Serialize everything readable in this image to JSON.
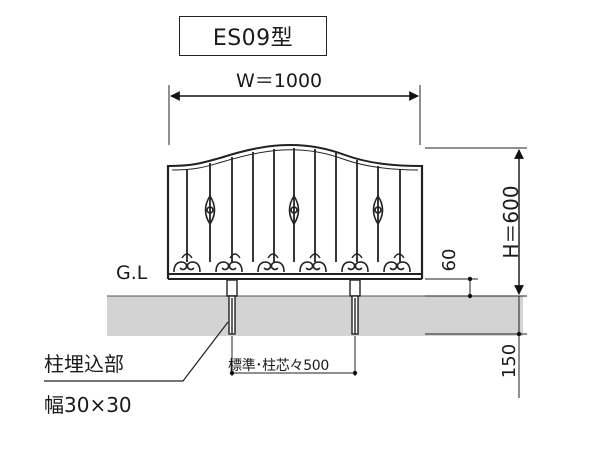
{
  "model": "ES09型",
  "dimensions": {
    "width": "W＝1000",
    "height": "H＝600",
    "above_ground": "60",
    "embed_depth": "150",
    "post_pitch": "標準･柱芯々500"
  },
  "ground_label": "G.L",
  "post_note": {
    "line1": "柱埋込部",
    "line2": "幅30×30"
  }
}
